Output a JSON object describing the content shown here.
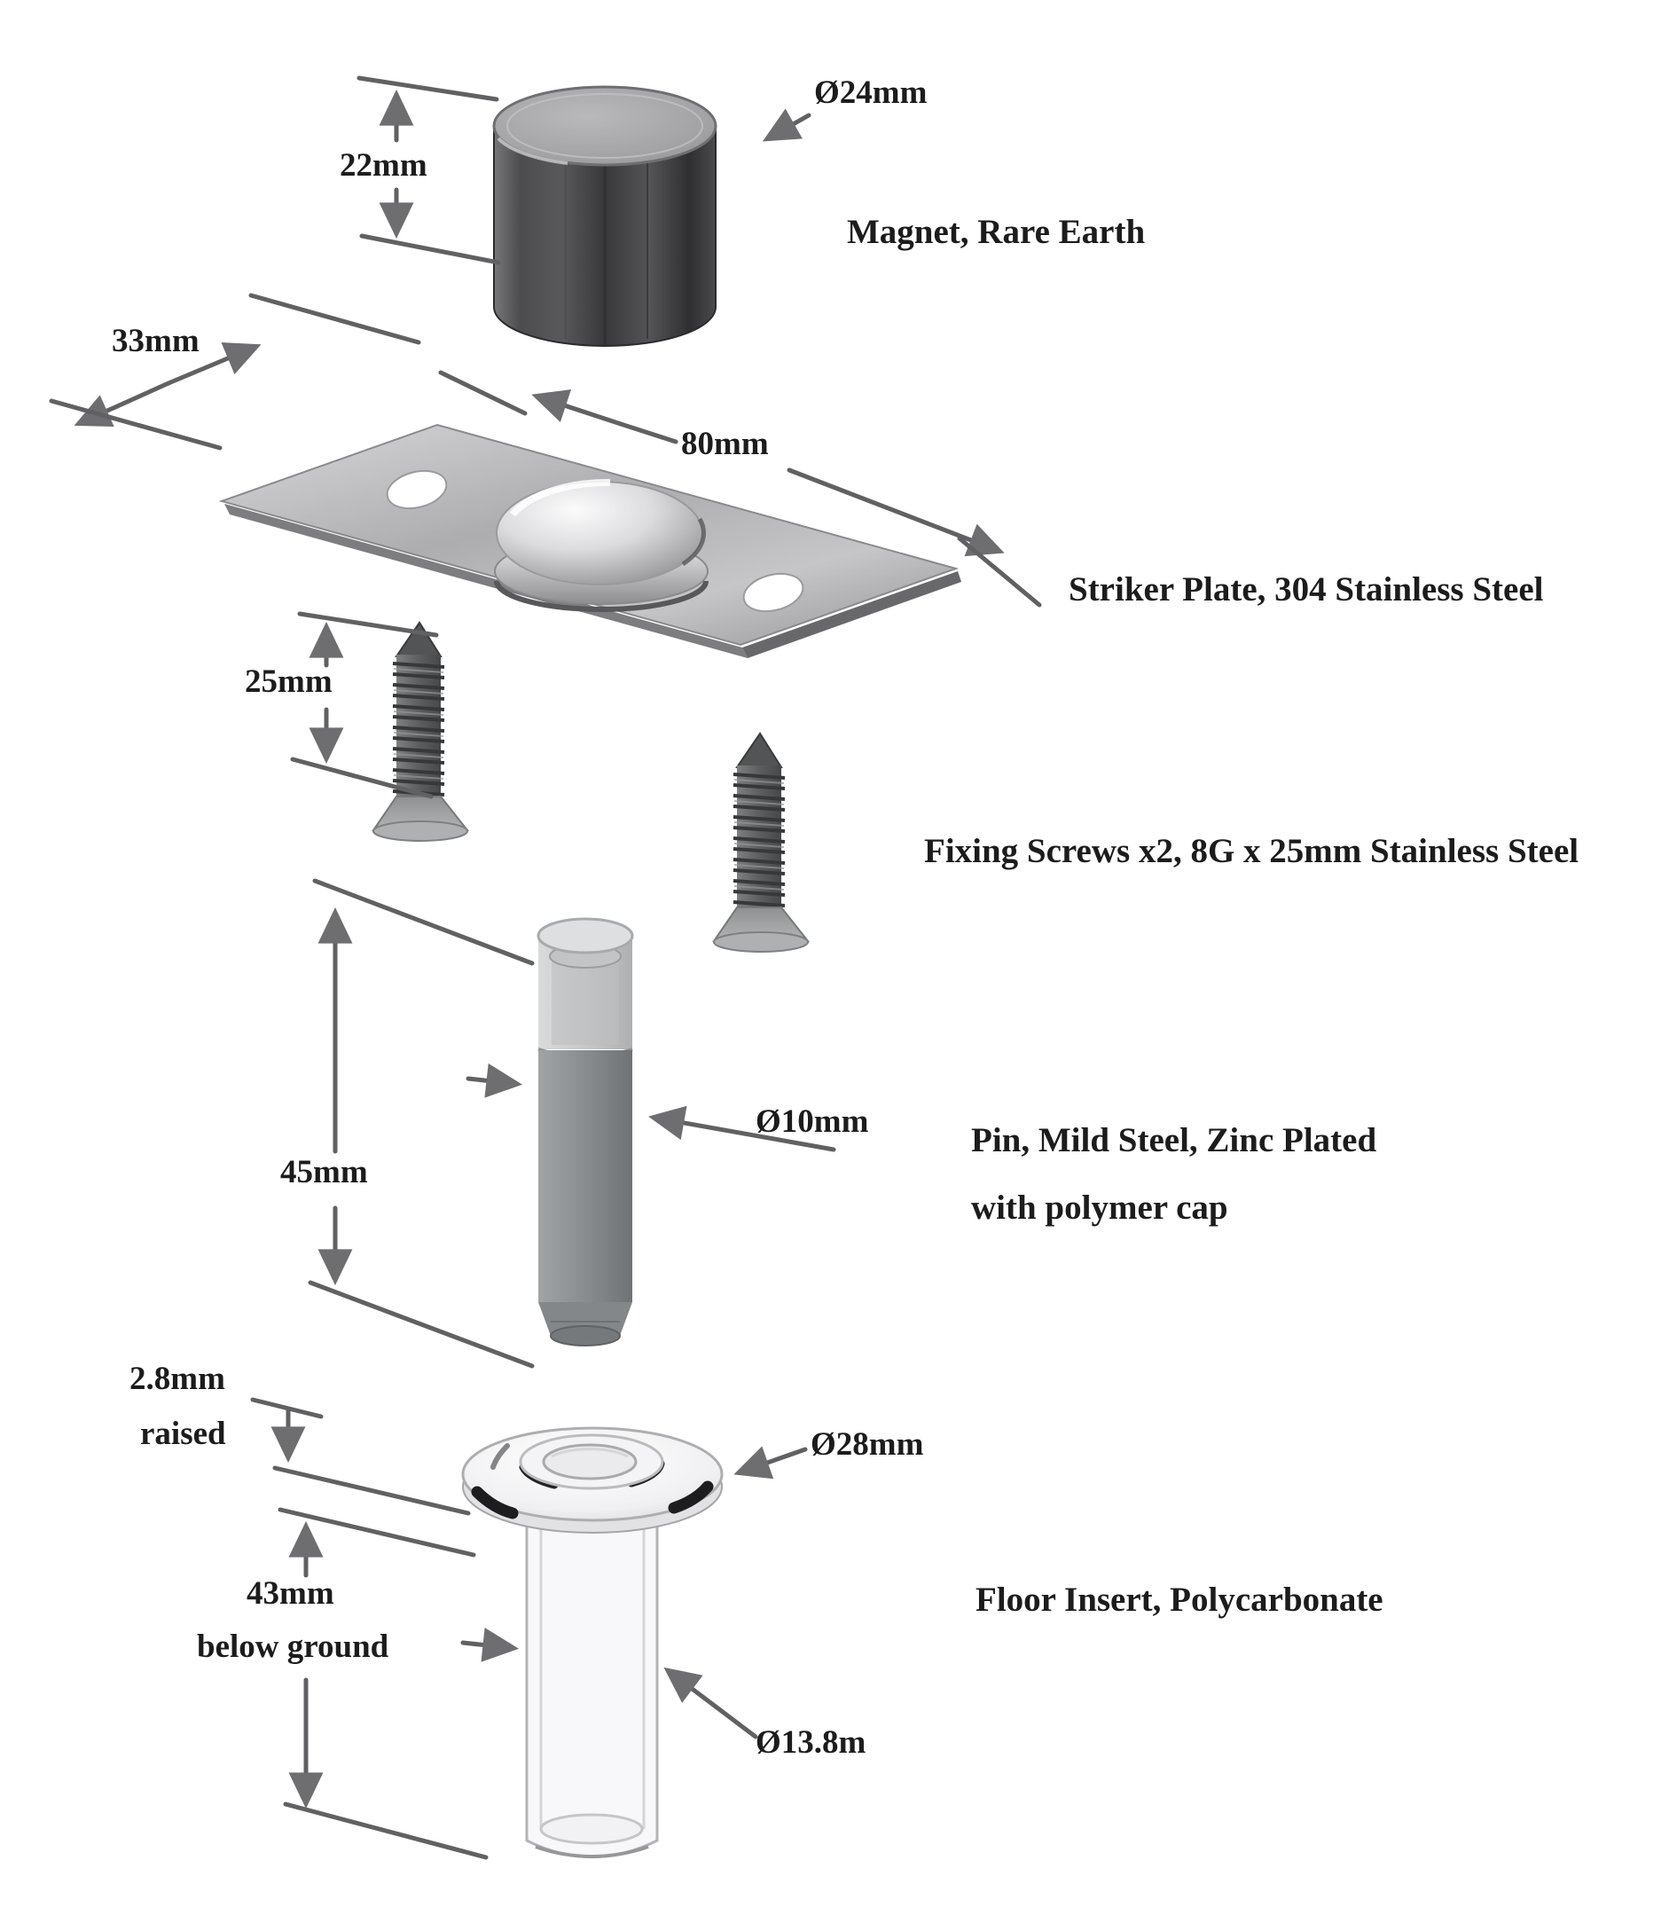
{
  "diagram_type": "exploded-assembly-technical-drawing",
  "subject": "magnetic door stop component set",
  "colors": {
    "background": "#ffffff",
    "line": "#616163",
    "arrowhead": "#6e6e70",
    "text": "#1c1c1c",
    "metal_light": "#c9c9cb",
    "metal_dark": "#3f3f41"
  },
  "parts": {
    "magnet": {
      "name": "Magnet, Rare Earth",
      "height": "22mm",
      "diameter": "Ø24mm"
    },
    "striker_plate": {
      "name": "Striker Plate, 304 Stainless Steel",
      "width": "33mm",
      "length": "80mm"
    },
    "fixing_screws": {
      "name": "Fixing Screws x2, 8G x 25mm Stainless Steel",
      "length": "25mm"
    },
    "pin": {
      "name": "Pin, Mild Steel, Zinc Plated",
      "name_line2": "with polymer cap",
      "length": "45mm",
      "diameter": "Ø10mm"
    },
    "floor_insert": {
      "name": "Floor Insert, Polycarbonate",
      "raised_value": "2.8mm",
      "raised_label": "raised",
      "below_value": "43mm",
      "below_label": "below ground",
      "flange_diameter": "Ø28mm",
      "bore_diameter": "Ø13.8m"
    }
  }
}
